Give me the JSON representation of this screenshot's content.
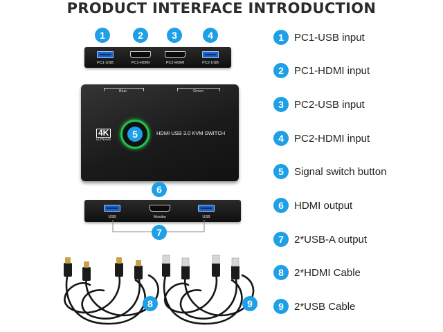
{
  "title": "PRODUCT INTERFACE INTRODUCTION",
  "accent_color": "#1e9fe6",
  "legend": [
    {
      "num": "1",
      "label": "PC1-USB input"
    },
    {
      "num": "2",
      "label": "PC1-HDMI input"
    },
    {
      "num": "3",
      "label": "PC2-USB input"
    },
    {
      "num": "4",
      "label": "PC2-HDMI input"
    },
    {
      "num": "5",
      "label": "Signal switch button"
    },
    {
      "num": "6",
      "label": "HDMI output"
    },
    {
      "num": "7",
      "label": "2*USB-A output"
    },
    {
      "num": "8",
      "label": "2*HDMI Cable"
    },
    {
      "num": "9",
      "label": "2*USB Cable"
    }
  ],
  "device": {
    "back_ports": [
      "PC1-USB",
      "PC1-HDMI",
      "PC2-HDMI",
      "PC2-USB"
    ],
    "front_ports": [
      "USB",
      "Monitor",
      "USB"
    ],
    "top_labels": {
      "left": "Blue",
      "right": "Green"
    },
    "model": "HDMI USB 3.0 KVM SWITCH",
    "badge_4k": "4K",
    "badge_ultrahd": "ULTRAHD"
  }
}
